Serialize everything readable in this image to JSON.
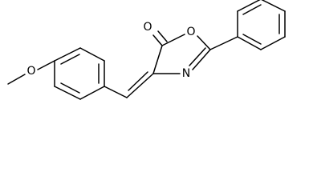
{
  "atom_labels": {
    "methoxy_oxygen": "O",
    "carbonyl_oxygen": "O",
    "ring_oxygen": "O",
    "ring_nitrogen": "N"
  }
}
